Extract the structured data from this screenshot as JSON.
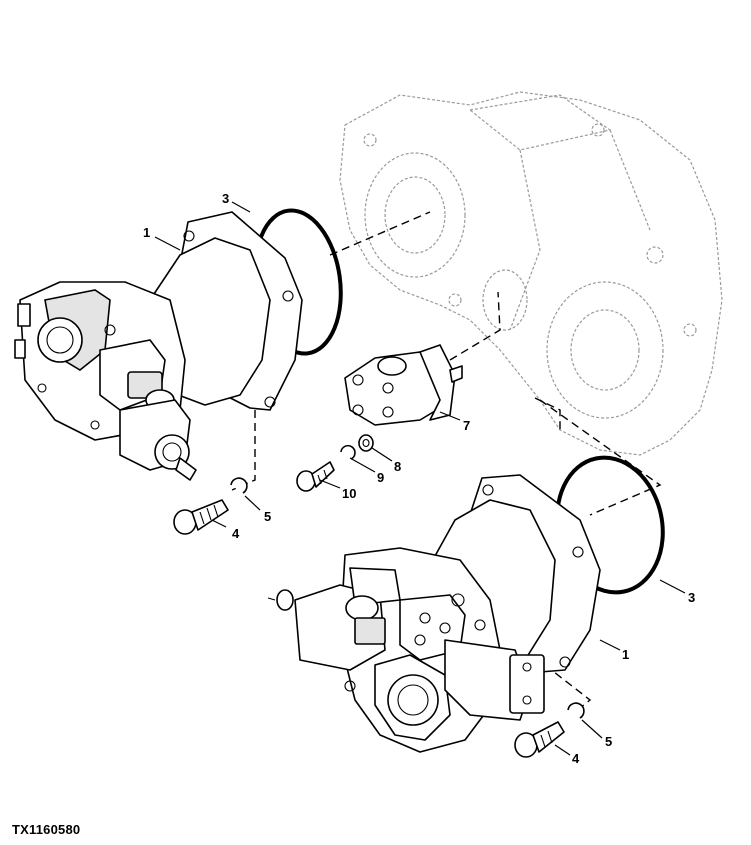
{
  "figure_id": "TX1160580",
  "callouts": {
    "c1a": "1",
    "c1b": "1",
    "c3a": "3",
    "c3b": "3",
    "c4a": "4",
    "c4b": "4",
    "c5a": "5",
    "c5b": "5",
    "c7": "7",
    "c8": "8",
    "c9": "9",
    "c10": "10"
  }
}
